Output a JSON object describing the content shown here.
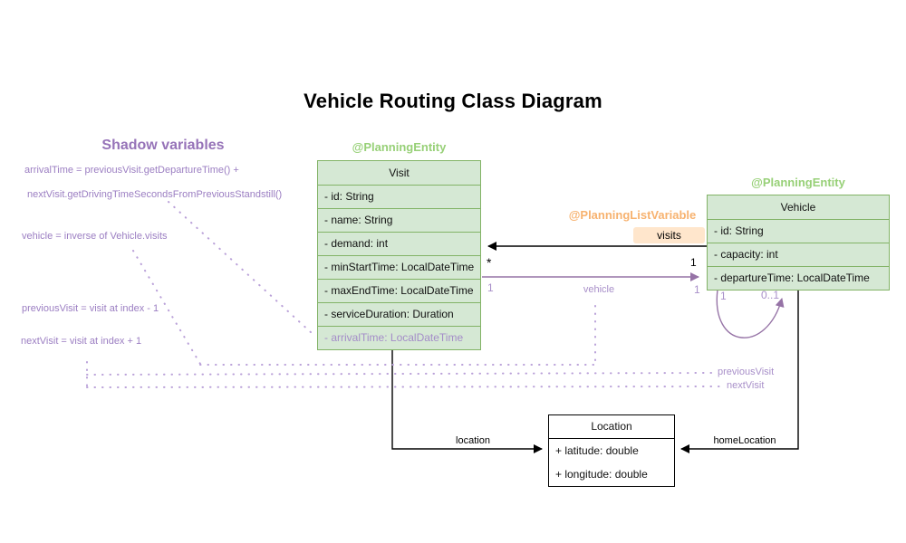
{
  "title": "Vehicle Routing Class Diagram",
  "shadow": {
    "heading": "Shadow variables",
    "notes": [
      "arrivalTime = previousVisit.getDepartureTime() +",
      "nextVisit.getDrivingTimeSecondsFromPreviousStandstill()",
      "vehicle = inverse of Vehicle.visits",
      "previousVisit = visit at index - 1",
      "nextVisit = visit at index + 1"
    ]
  },
  "classes": {
    "visit": {
      "annotation": "@PlanningEntity",
      "name": "Visit",
      "fields": [
        "- id: String",
        "- name: String",
        "- demand: int",
        "- minStartTime: LocalDateTime",
        "- maxEndTime: LocalDateTime",
        "- serviceDuration: Duration"
      ],
      "shadow_field": "- arrivalTime: LocalDateTime"
    },
    "vehicle": {
      "annotation": "@PlanningEntity",
      "name": "Vehicle",
      "fields": [
        "- id: String",
        "- capacity: int",
        "- departureTime: LocalDateTime"
      ]
    },
    "location": {
      "name": "Location",
      "fields": [
        "+ latitude: double",
        "+ longitude: double"
      ]
    }
  },
  "relations": {
    "visits": {
      "annotation": "@PlanningListVariable",
      "label": "visits",
      "visit_end_multiplicity": "*",
      "vehicle_end_multiplicity": "1"
    },
    "vehicle": {
      "label": "vehicle",
      "visit_end_multiplicity": "1",
      "vehicle_end_multiplicity": "1"
    },
    "self_loop": {
      "source_multiplicity": "1",
      "target_multiplicity": "0..1"
    },
    "previous_visit_label": "previousVisit",
    "next_visit_label": "nextVisit",
    "location_label": "location",
    "home_location_label": "homeLocation"
  },
  "colors": {
    "entity_fill": "#d5e8d4",
    "entity_border": "#82b366",
    "entity_annotation_text": "#97d077",
    "list_variable_text": "#f7b26f",
    "visits_chip_fill": "#ffe6cc",
    "purple_arrow": "#9673a6",
    "purple_text": "#9b7ec2",
    "purple_light_label": "#a88fc9",
    "black": "#000000"
  }
}
